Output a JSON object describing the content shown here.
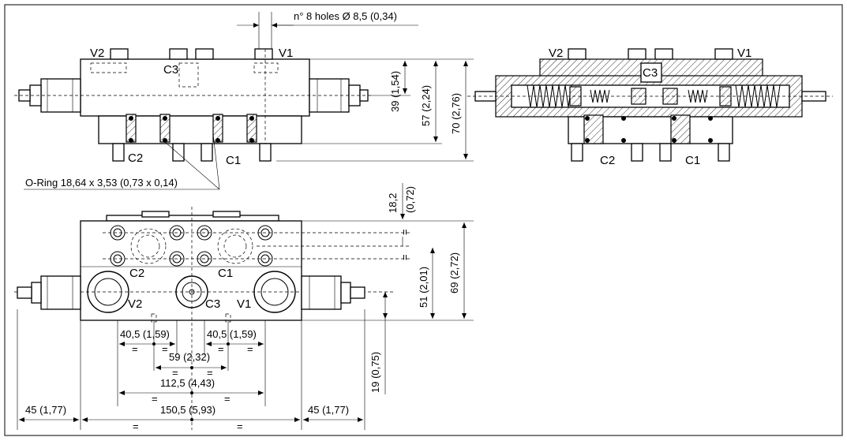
{
  "side_view": {
    "labels": {
      "v2": "V2",
      "v1": "V1",
      "c3": "C3",
      "c2": "C2",
      "c1": "C1"
    },
    "holes_note": "n° 8 holes Ø 8,5 (0,34)",
    "oring_note": "O-Ring 18,64 x 3,53 (0,73 x 0,14)",
    "dims": {
      "h39": "39 (1,54)",
      "h57": "57 (2,24)",
      "h70": "70 (2,76)"
    }
  },
  "section_view": {
    "labels": {
      "v2": "V2",
      "v1": "V1",
      "c3": "C3",
      "c2": "C2",
      "c1": "C1"
    }
  },
  "top_view": {
    "labels": {
      "c2": "C2",
      "c1": "C1",
      "v2": "V2",
      "c3": "C3",
      "v1": "V1"
    },
    "dims": {
      "d18": "18,2",
      "d18in": "(0,72)",
      "d51": "51 (2,01)",
      "d69": "69 (2,72)",
      "d19": "19 (0,75)",
      "d40a": "40,5 (1,59)",
      "d40b": "40,5 (1,59)",
      "d59": "59 (2,32)",
      "d112": "112,5 (4,43)",
      "d150": "150,5 (5,93)",
      "d45a": "45 (1,77)",
      "d45b": "45 (1,77)"
    },
    "equal_mark": "="
  }
}
